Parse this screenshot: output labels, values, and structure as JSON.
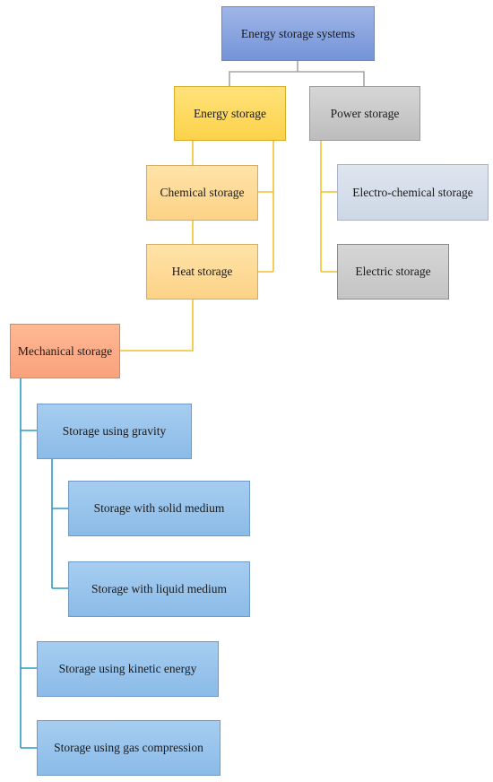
{
  "nodes": {
    "energy_storage_systems": "Energy storage systems",
    "energy_storage": "Energy storage",
    "power_storage": "Power storage",
    "chemical_storage": "Chemical storage",
    "heat_storage": "Heat storage",
    "electro_chemical_storage": "Electro-chemical storage",
    "electric_storage": "Electric storage",
    "mechanical_storage": "Mechanical storage",
    "storage_using_gravity": "Storage using gravity",
    "storage_with_solid_medium": "Storage with solid medium",
    "storage_with_liquid_medium": "Storage with liquid medium",
    "storage_using_kinetic_energy": "Storage using kinetic energy",
    "storage_using_gas_compression": "Storage using gas compression"
  },
  "colors": {
    "root": "#7f9ddb",
    "energy": "#fcd757",
    "power": "#c7c7c7",
    "chemical_heat": "#fdd994",
    "electro_chemical": "#d5dde9",
    "mechanical": "#fbaa84",
    "mechanical_children": "#95c2ec",
    "connector_gray": "#a6a6a6",
    "connector_gold": "#f2c232",
    "connector_blue": "#2e9bc6"
  }
}
